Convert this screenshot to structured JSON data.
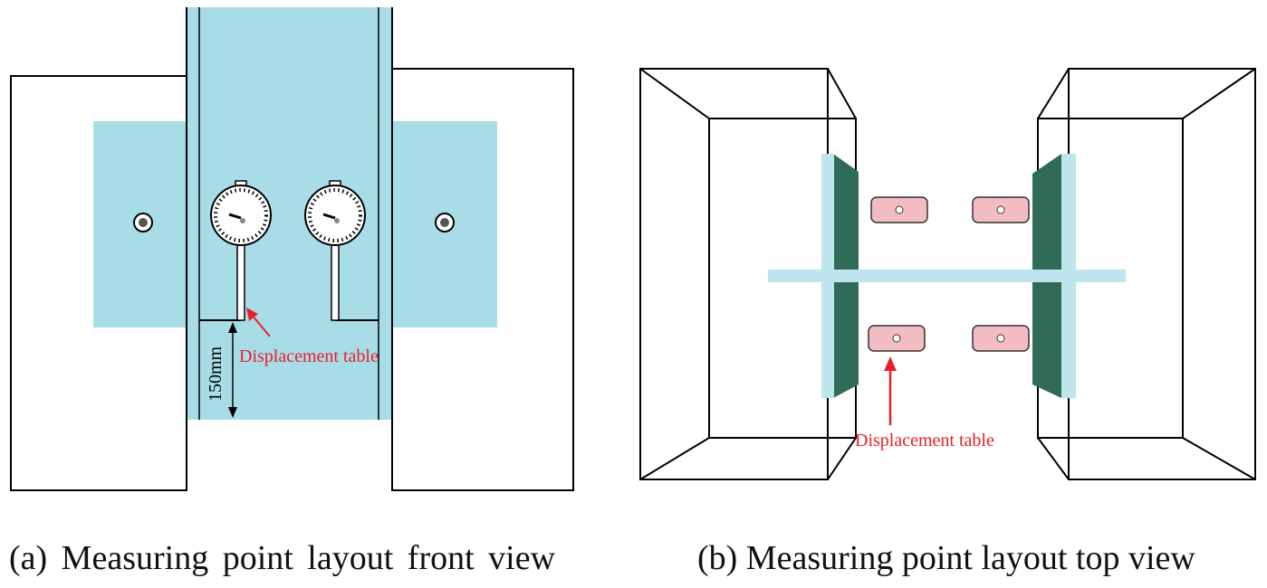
{
  "front_view": {
    "caption": "(a)  Measuring  point  layout  front view",
    "annotation": "Displacement table",
    "dimension": "150mm"
  },
  "top_view": {
    "caption": "(b) Measuring point layout top view",
    "annotation": "Displacement table"
  },
  "colors": {
    "specimen": "#a8dde8",
    "plate_dark": "#2f6b57",
    "plate_light": "#bfe6ec",
    "gauge_body": "#f2bcc2",
    "annotation": "#e8202a",
    "line": "#000000"
  }
}
